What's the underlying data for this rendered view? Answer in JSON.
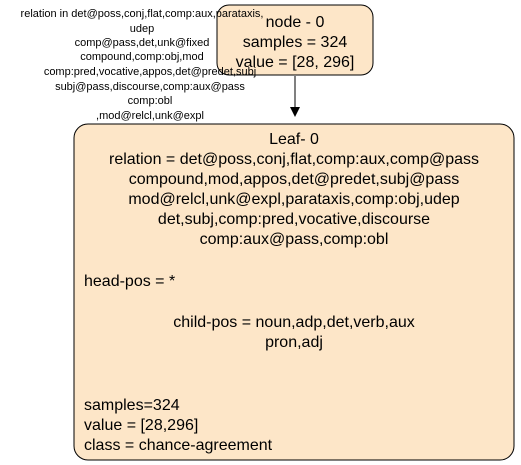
{
  "colors": {
    "node_fill": "#fde6c8",
    "node_stroke": "#000000",
    "edge": "#000000",
    "background": "#ffffff"
  },
  "root_node": {
    "lines": [
      "node - 0",
      "samples = 324",
      "value = [28, 296]"
    ]
  },
  "edge_label": {
    "lines": [
      "relation in det@poss,conj,flat,comp:aux,parataxis,",
      "udep",
      "comp@pass,det,unk@fixed",
      "compound,comp:obj,mod",
      "comp:pred,vocative,appos,det@predet,subj",
      "subj@pass,discourse,comp:aux@pass",
      "comp:obl",
      ",mod@relcl,unk@expl"
    ]
  },
  "leaf_node": {
    "title": "Leaf- 0",
    "relation_lines": [
      "relation = det@poss,conj,flat,comp:aux,comp@pass",
      "compound,mod,appos,det@predet,subj@pass",
      "mod@relcl,unk@expl,parataxis,comp:obj,udep",
      "det,subj,comp:pred,vocative,discourse",
      "comp:aux@pass,comp:obl"
    ],
    "head_pos": "head-pos = *",
    "child_pos_lines": [
      "child-pos = noun,adp,det,verb,aux",
      "pron,adj"
    ],
    "samples": "samples=324",
    "value": "value = [28,296]",
    "class": "class = chance-agreement"
  }
}
